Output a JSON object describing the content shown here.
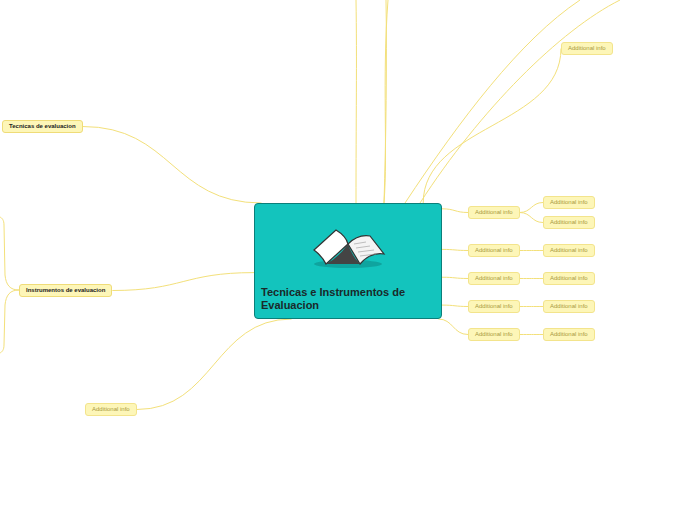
{
  "diagram": {
    "nodes": [
      {
        "text": [
          "Tecnicas e Instrumentos de Evaluacion"
        ]
      },
      {
        "text": [
          "Additional info"
        ]
      },
      {
        "text": [
          "Tecnicas de evaluacion"
        ]
      },
      {
        "text": [
          "Additional info"
        ]
      },
      {
        "text": [
          "Additional info"
        ]
      },
      {
        "text": [
          "Additional info"
        ]
      },
      {
        "text": [
          "Additional info"
        ]
      },
      {
        "text": [
          "Additional info"
        ]
      },
      {
        "text": [
          "Additional info"
        ]
      },
      {
        "text": [
          "Additional info"
        ]
      },
      {
        "text": [
          "Additional info"
        ]
      },
      {
        "text": [
          "Additional info"
        ]
      },
      {
        "text": [
          "Additional info"
        ]
      },
      {
        "text": [
          "Additional info"
        ]
      },
      {
        "text": [
          "Instrumentos  de evaluacion"
        ]
      },
      {
        "text": [
          "Additional info"
        ]
      }
    ],
    "edges": [
      {
        "from": 0,
        "to": 1,
        "arrow": "none"
      },
      {
        "from": 0,
        "to": 2,
        "arrow": "none"
      },
      {
        "from": 0,
        "to": 3,
        "arrow": "none"
      },
      {
        "from": 3,
        "to": 4,
        "arrow": "none"
      },
      {
        "from": 3,
        "to": 5,
        "arrow": "none"
      },
      {
        "from": 0,
        "to": 6,
        "arrow": "none"
      },
      {
        "from": 6,
        "to": 7,
        "arrow": "none"
      },
      {
        "from": 0,
        "to": 8,
        "arrow": "none"
      },
      {
        "from": 8,
        "to": 9,
        "arrow": "none"
      },
      {
        "from": 0,
        "to": 10,
        "arrow": "none"
      },
      {
        "from": 10,
        "to": 11,
        "arrow": "none"
      },
      {
        "from": 0,
        "to": 12,
        "arrow": "none"
      },
      {
        "from": 12,
        "to": 13,
        "arrow": "none"
      },
      {
        "from": 0,
        "to": 14,
        "arrow": "none"
      },
      {
        "from": 0,
        "to": 15,
        "arrow": "none"
      }
    ]
  }
}
